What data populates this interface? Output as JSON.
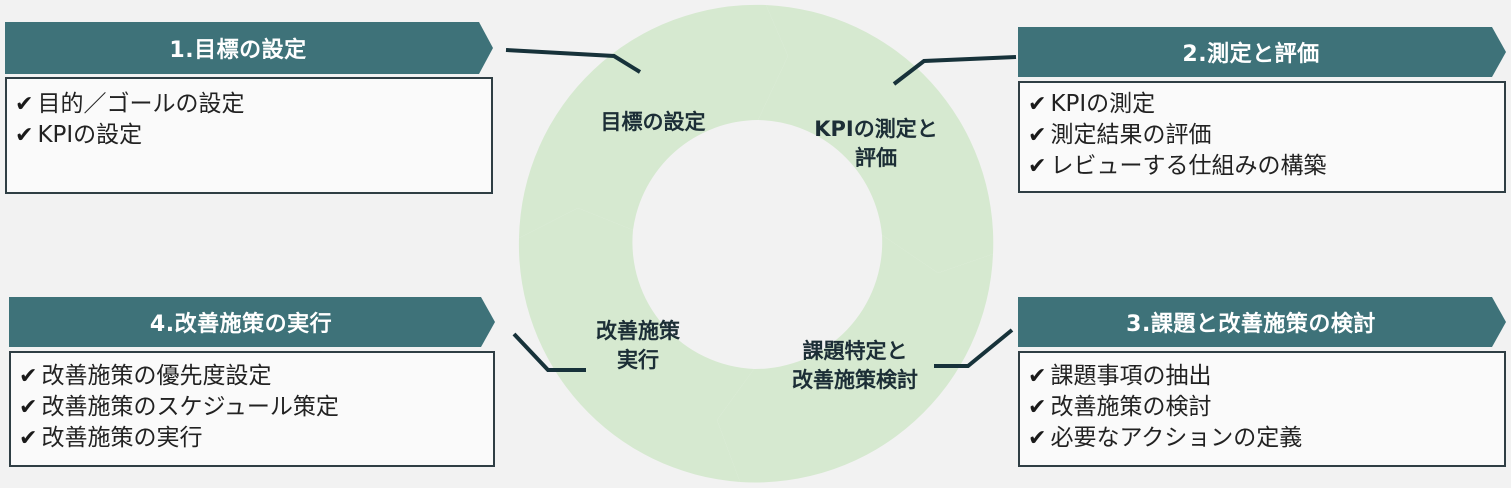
{
  "colors": {
    "header": "#3e7279",
    "ring": "#d6e9d0",
    "connector": "#17323a",
    "box_border": "#2f3e44",
    "background": "#f2f2f2"
  },
  "cycle": {
    "segments": [
      {
        "label": "目標の設定"
      },
      {
        "label": "KPIの測定と\n評価"
      },
      {
        "label": "課題特定と\n改善施策検討"
      },
      {
        "label": "改善施策\n実行"
      }
    ]
  },
  "panels": [
    {
      "title": "1.目標の設定",
      "items": [
        "目的／ゴールの設定",
        "KPIの設定"
      ]
    },
    {
      "title": "2.測定と評価",
      "items": [
        "KPIの測定",
        "測定結果の評価",
        "レビューする仕組みの構築"
      ]
    },
    {
      "title": "3.課題と改善施策の検討",
      "items": [
        "課題事項の抽出",
        "改善施策の検討",
        "必要なアクションの定義"
      ]
    },
    {
      "title": "4.改善施策の実行",
      "items": [
        "改善施策の優先度設定",
        "改善施策のスケジュール策定",
        "改善施策の実行"
      ]
    }
  ],
  "check_icon": "✔"
}
